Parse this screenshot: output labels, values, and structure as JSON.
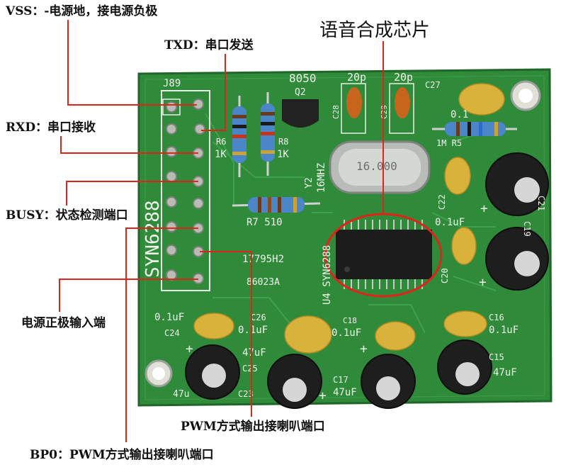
{
  "title": "语音合成芯片",
  "callouts": {
    "vss": "VSS：-电源地，接电源负极",
    "txd": "TXD：串口发送",
    "rxd": "RXD：串口接收",
    "busy": "BUSY：状态检测端口",
    "vin": "电源正极输入端",
    "pwm": "PWM方式输出接喇叭端口",
    "bp0": "BP0：PWM方式输出接喇叭端口"
  },
  "board": {
    "header": "J89",
    "chip_label": "SYN6288",
    "code1": "17795H2",
    "code2": "86023A",
    "u4": "U4 SYN6288",
    "crystal": "16.000",
    "crystal_ref": "Y2",
    "crystal_freq": "16MHZ",
    "transistor_type": "8050",
    "transistor_ref": "Q2",
    "r6_ref": "R6",
    "r6_val": "1K",
    "r8_ref": "R8",
    "r8_val": "1K",
    "r7": "R7 510",
    "r5": "1M R5",
    "c28_val": "20p",
    "c28_ref": "C28",
    "c29_val": "20p",
    "c29_ref": "C29",
    "c27_ref": "C27",
    "c27_val": "0.1",
    "c22_ref": "C22",
    "c22_val": "0.1uF",
    "c21_ref": "C21",
    "c19_ref": "C19",
    "c20_ref": "C20",
    "c24_val": "0.1uF",
    "c24_ref": "C24",
    "c26_ref": "C26",
    "c26_val": "0.1uF",
    "c25_val": "47uF",
    "c25_ref": "C25",
    "c23_val": "47u",
    "c23_ref": "C23",
    "c18_ref": "C18",
    "c18_val": "0.1uF",
    "c17_ref": "C17",
    "c17_val": "47uF",
    "c16_ref": "C16",
    "c16_val": "0.1uF",
    "c15_ref": "C15",
    "c15_val": "47uF",
    "plus": "+"
  },
  "colors": {
    "pcb": "#2f8a3a",
    "pcb_dark": "#236f2d",
    "callout_line": "#e2231a",
    "chip_outline": "#e2231a",
    "capacitor_yellow": "#d9b23c",
    "capacitor_orange": "#c8651d",
    "chip_body": "#1c1c1c"
  }
}
